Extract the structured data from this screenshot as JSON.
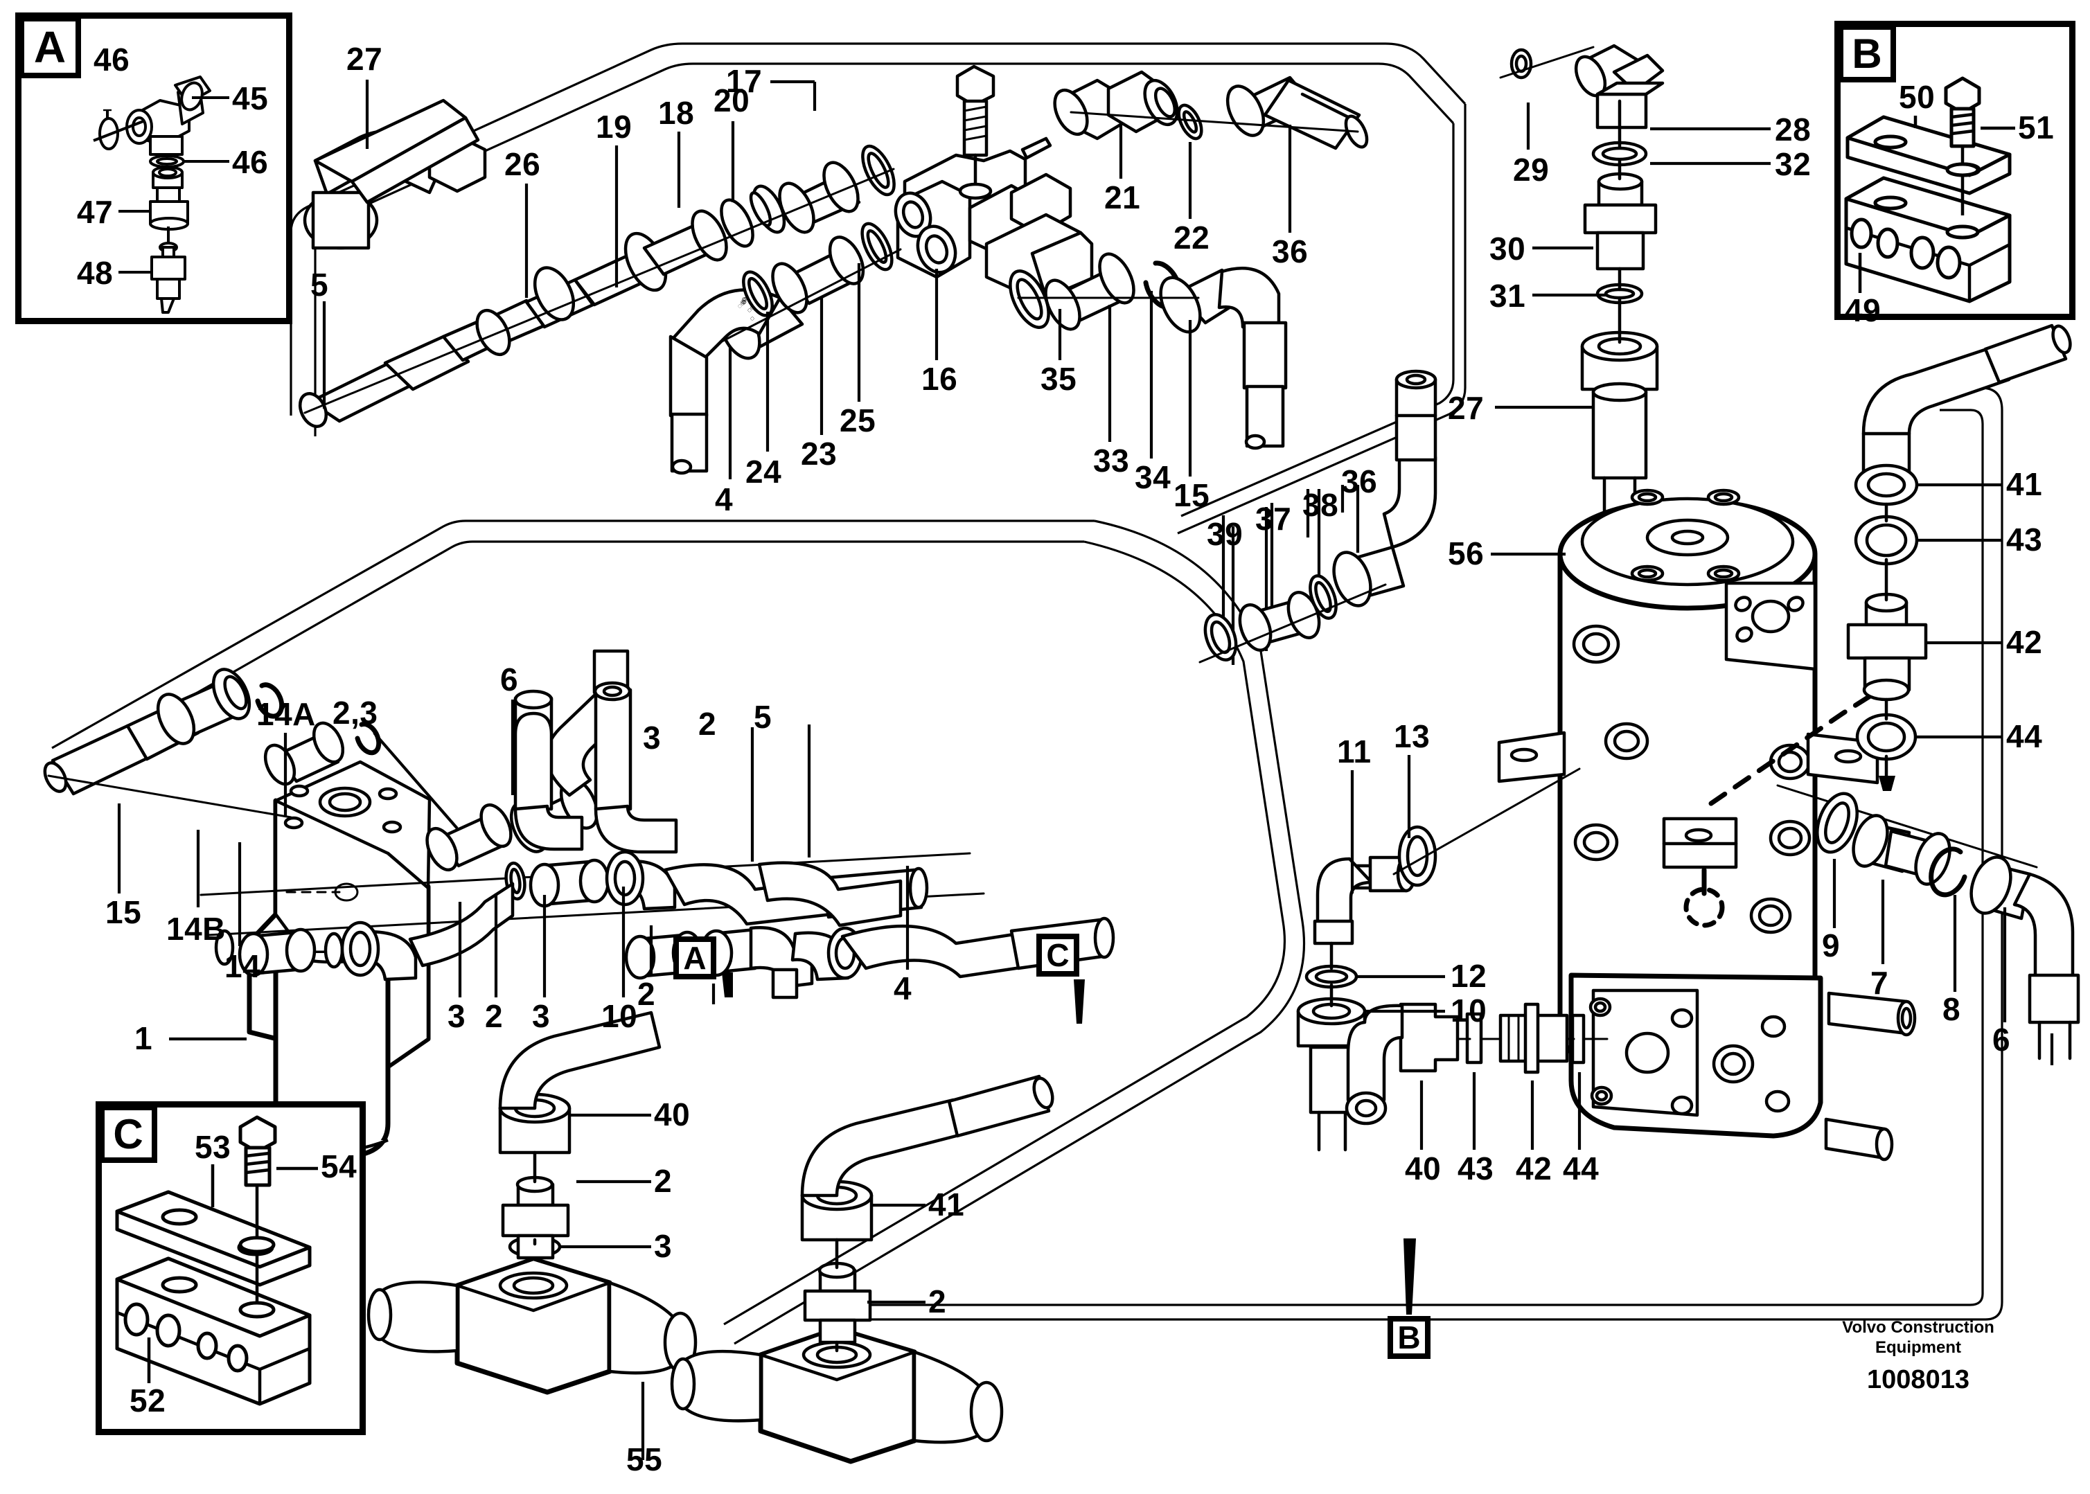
{
  "document": {
    "brand_line1": "Volvo Construction",
    "brand_line2": "Equipment",
    "drawing_number": "1008013"
  },
  "detail_views": [
    {
      "id": "A",
      "letter": "A",
      "items": [
        "46",
        "45",
        "46",
        "47",
        "48"
      ]
    },
    {
      "id": "B",
      "letter": "B",
      "items": [
        "50",
        "51",
        "49"
      ]
    },
    {
      "id": "C",
      "letter": "C",
      "items": [
        "53",
        "54",
        "52"
      ]
    }
  ],
  "detail_a": {
    "letter": "A",
    "label_46_top": "46",
    "label_45": "45",
    "label_46_mid": "46",
    "label_47": "47",
    "label_48": "48"
  },
  "detail_b": {
    "letter": "B",
    "label_50": "50",
    "label_51": "51",
    "label_49": "49"
  },
  "detail_c": {
    "letter": "C",
    "label_53": "53",
    "label_54": "54",
    "label_52": "52"
  },
  "section_markers": [
    {
      "name": "marker-a-main",
      "letter": "A"
    },
    {
      "name": "marker-b-main",
      "letter": "B"
    },
    {
      "name": "marker-c-main",
      "letter": "C"
    }
  ],
  "callouts": {
    "upper_assembly": [
      {
        "key": "c27a",
        "text": "27"
      },
      {
        "key": "c26",
        "text": "26"
      },
      {
        "key": "c19",
        "text": "19"
      },
      {
        "key": "c18",
        "text": "18"
      },
      {
        "key": "c20",
        "text": "20"
      },
      {
        "key": "c17",
        "text": "17"
      },
      {
        "key": "c5a",
        "text": "5"
      },
      {
        "key": "c4a",
        "text": "4"
      },
      {
        "key": "c24",
        "text": "24"
      },
      {
        "key": "c23",
        "text": "23"
      },
      {
        "key": "c25",
        "text": "25"
      },
      {
        "key": "c16",
        "text": "16"
      },
      {
        "key": "c21",
        "text": "21"
      },
      {
        "key": "c22",
        "text": "22"
      },
      {
        "key": "c36a",
        "text": "36"
      },
      {
        "key": "c35",
        "text": "35"
      },
      {
        "key": "c33",
        "text": "33"
      },
      {
        "key": "c34",
        "text": "34"
      },
      {
        "key": "c15a",
        "text": "15"
      }
    ],
    "hose_cluster": [
      {
        "key": "c39",
        "text": "39"
      },
      {
        "key": "c37",
        "text": "37"
      },
      {
        "key": "c38",
        "text": "38"
      },
      {
        "key": "c36b",
        "text": "36"
      }
    ],
    "swivel_top": [
      {
        "key": "c28",
        "text": "28"
      },
      {
        "key": "c29",
        "text": "29"
      },
      {
        "key": "c32",
        "text": "32"
      },
      {
        "key": "c30",
        "text": "30"
      },
      {
        "key": "c31",
        "text": "31"
      },
      {
        "key": "c27b",
        "text": "27"
      }
    ],
    "swivel_right": [
      {
        "key": "c41a",
        "text": "41"
      },
      {
        "key": "c43a",
        "text": "43"
      },
      {
        "key": "c42a",
        "text": "42"
      },
      {
        "key": "c44a",
        "text": "44"
      },
      {
        "key": "c56",
        "text": "56"
      },
      {
        "key": "c9",
        "text": "9"
      },
      {
        "key": "c7",
        "text": "7"
      },
      {
        "key": "c8",
        "text": "8"
      },
      {
        "key": "c6b",
        "text": "6"
      }
    ],
    "swivel_left": [
      {
        "key": "c11",
        "text": "11"
      },
      {
        "key": "c13",
        "text": "13"
      },
      {
        "key": "c12",
        "text": "12"
      },
      {
        "key": "c10b",
        "text": "10"
      },
      {
        "key": "c40b",
        "text": "40"
      },
      {
        "key": "c43b",
        "text": "43"
      },
      {
        "key": "c42b",
        "text": "42"
      },
      {
        "key": "c44b",
        "text": "44"
      }
    ],
    "lower_assembly": [
      {
        "key": "c14A",
        "text": "14A"
      },
      {
        "key": "c23b",
        "text": "2,3"
      },
      {
        "key": "c6a",
        "text": "6"
      },
      {
        "key": "c3a",
        "text": "3"
      },
      {
        "key": "c2a",
        "text": "2"
      },
      {
        "key": "c5b",
        "text": "5"
      },
      {
        "key": "c15b",
        "text": "15"
      },
      {
        "key": "c14B",
        "text": "14B"
      },
      {
        "key": "c14",
        "text": "14"
      },
      {
        "key": "c1",
        "text": "1"
      },
      {
        "key": "c3b",
        "text": "3"
      },
      {
        "key": "c2b",
        "text": "2"
      },
      {
        "key": "c3c",
        "text": "3"
      },
      {
        "key": "c10a",
        "text": "10"
      },
      {
        "key": "c2c",
        "text": "2"
      },
      {
        "key": "c4b",
        "text": "4"
      }
    ],
    "bottom_cylinders": [
      {
        "key": "c40a",
        "text": "40"
      },
      {
        "key": "c2d",
        "text": "2"
      },
      {
        "key": "c3d",
        "text": "3"
      },
      {
        "key": "c41b",
        "text": "41"
      },
      {
        "key": "c2e",
        "text": "2"
      },
      {
        "key": "c55",
        "text": "55"
      }
    ]
  }
}
